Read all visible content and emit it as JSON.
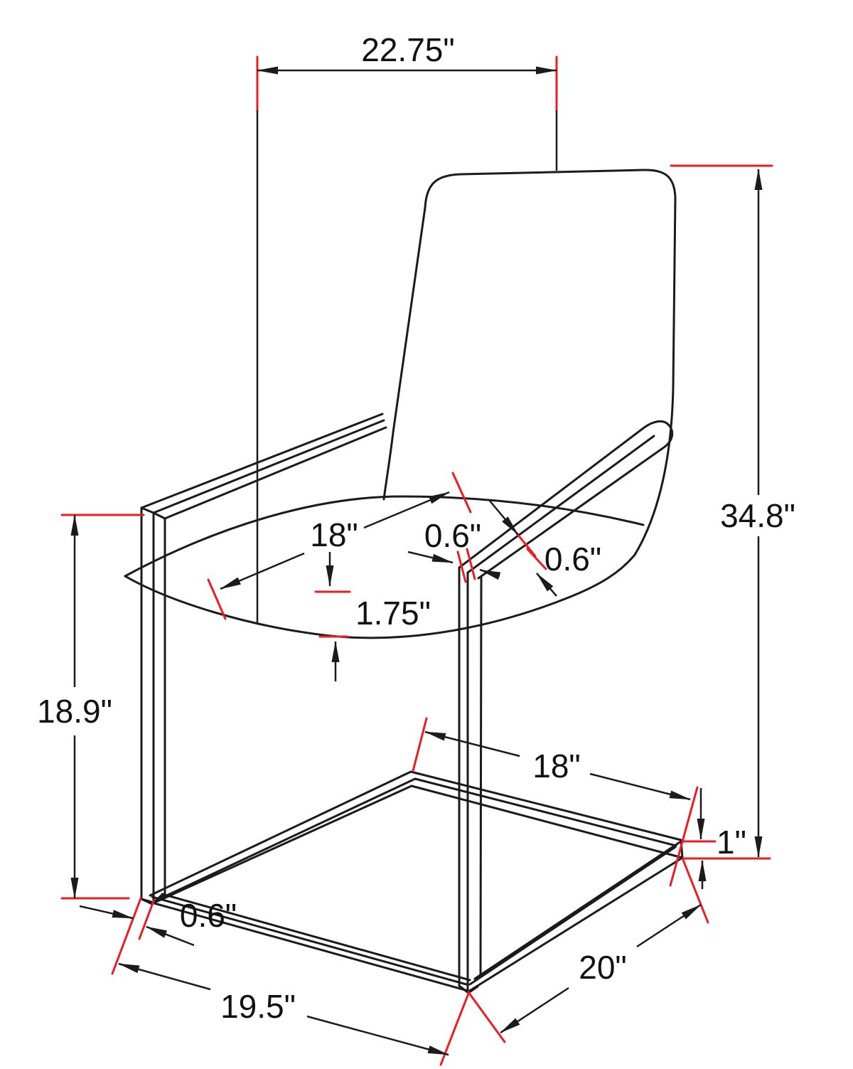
{
  "drawing": {
    "type": "furniture-dimension-diagram",
    "subject": "cantilever-arm-chair",
    "colors": {
      "outline": "#1b1b1b",
      "dimension_line": "#1b1b1b",
      "extension_mark": "#ed1c24",
      "label_text": "#111111",
      "background": "#ffffff"
    },
    "labels": {
      "overall_width": "22.75\"",
      "overall_height": "34.8\"",
      "leg_height": "18.9\"",
      "seat_width": "18\"",
      "seat_cushion_thickness": "1.75\"",
      "arm_post_width": "0.6\"",
      "arm_bar_thickness": "0.6\"",
      "base_rear_width": "18\"",
      "base_tube_height": "1\"",
      "front_leg_thickness": "0.6\"",
      "base_left_depth": "19.5\"",
      "base_right_depth": "20\""
    }
  }
}
